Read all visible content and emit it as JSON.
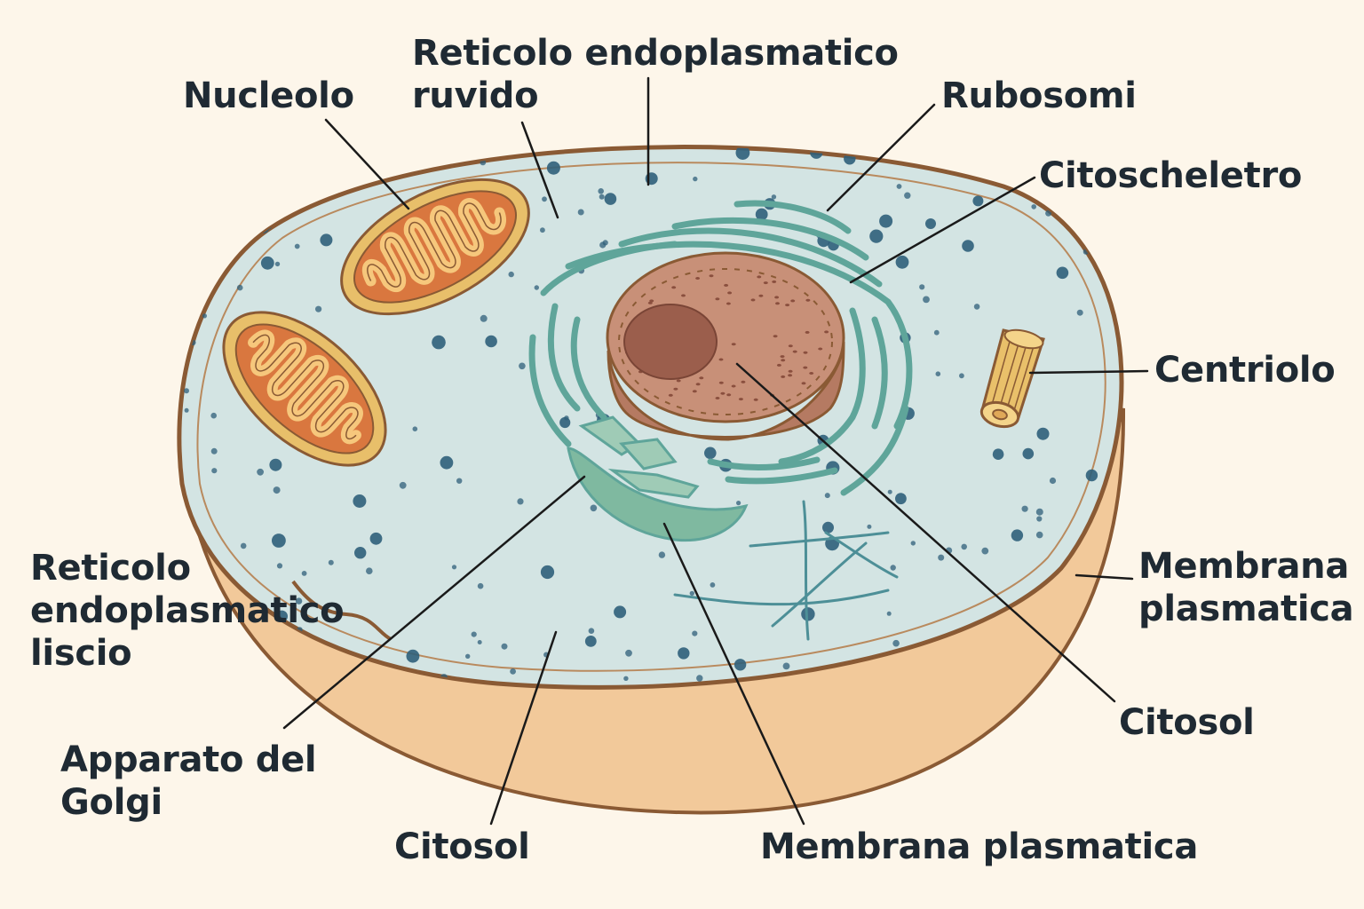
{
  "labels": {
    "nucleolo": "Nucleolo",
    "rer_line1": "Reticolo endoplasmatico",
    "rer_line2": "ruvido",
    "ribosomi": "Rubosomi",
    "citoscheletro": "Citoscheletro",
    "centriolo": "Centriolo",
    "membrana_right_line1": "Membrana",
    "membrana_right_line2": "plasmatica",
    "citosol_right": "Citosol",
    "ser_line1": "Reticolo",
    "ser_line2": "endoplasmatico",
    "ser_line3": "liscio",
    "golgi_line1": "Apparato del",
    "golgi_line2": "Golgi",
    "citosol_bottom": "Citosol",
    "membrana_bottom": "Membrana plasmatica"
  },
  "colors": {
    "background": "#fdf6ea",
    "cytoplasm": "#d3e4e3",
    "cell_wall_side": "#f2c99a",
    "cell_outline": "#8a5a34",
    "ribosome_dot": "#2f5f7a",
    "nucleus": "#c89078",
    "nucleolus": "#9b5e4c",
    "er": "#5fa59a",
    "golgi": "#7fb9a0",
    "mitochondrion_outer": "#e8bf6a",
    "mitochondrion_inner": "#d9773f",
    "cristae": "#f6c77c",
    "centriole": "#e9c06a",
    "leader_line": "#1a1a1a",
    "label_text": "#1f2a33"
  }
}
